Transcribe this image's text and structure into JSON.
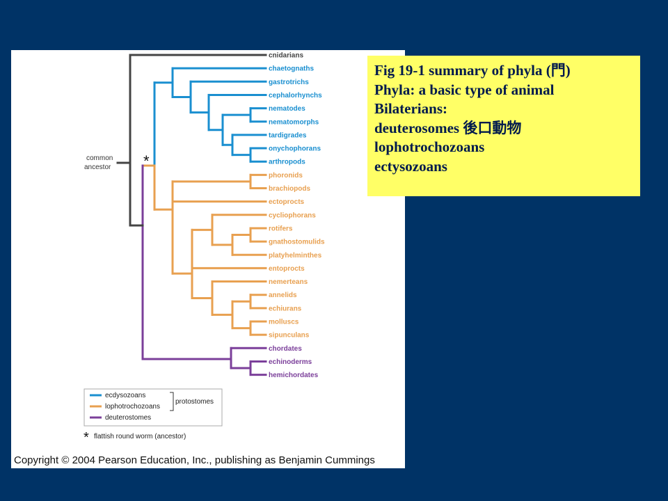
{
  "colors": {
    "background": "#003366",
    "ecdysozoans": "#1a8fd0",
    "lophotrochozoans": "#e8a050",
    "deuterostomes": "#7b3f9a",
    "root": "#444444",
    "note_bg": "#ffff66",
    "note_text": "#001a4d"
  },
  "tree": {
    "root_label_line1": "common",
    "root_label_line2": "ancestor",
    "star": "*",
    "taxa": [
      {
        "name": "cnidarians",
        "group": "root"
      },
      {
        "name": "chaetognaths",
        "group": "ecdysozoans"
      },
      {
        "name": "gastrotrichs",
        "group": "ecdysozoans"
      },
      {
        "name": "cephalorhynchs",
        "group": "ecdysozoans"
      },
      {
        "name": "nematodes",
        "group": "ecdysozoans"
      },
      {
        "name": "nematomorphs",
        "group": "ecdysozoans"
      },
      {
        "name": "tardigrades",
        "group": "ecdysozoans"
      },
      {
        "name": "onychophorans",
        "group": "ecdysozoans"
      },
      {
        "name": "arthropods",
        "group": "ecdysozoans"
      },
      {
        "name": "phoronids",
        "group": "lophotrochozoans"
      },
      {
        "name": "brachiopods",
        "group": "lophotrochozoans"
      },
      {
        "name": "ectoprocts",
        "group": "lophotrochozoans"
      },
      {
        "name": "cycliophorans",
        "group": "lophotrochozoans"
      },
      {
        "name": "rotifers",
        "group": "lophotrochozoans"
      },
      {
        "name": "gnathostomulids",
        "group": "lophotrochozoans"
      },
      {
        "name": "platyhelminthes",
        "group": "lophotrochozoans"
      },
      {
        "name": "entoprocts",
        "group": "lophotrochozoans"
      },
      {
        "name": "nemerteans",
        "group": "lophotrochozoans"
      },
      {
        "name": "annelids",
        "group": "lophotrochozoans"
      },
      {
        "name": "echiurans",
        "group": "lophotrochozoans"
      },
      {
        "name": "molluscs",
        "group": "lophotrochozoans"
      },
      {
        "name": "sipunculans",
        "group": "lophotrochozoans"
      },
      {
        "name": "chordates",
        "group": "deuterostomes"
      },
      {
        "name": "echinoderms",
        "group": "deuterostomes"
      },
      {
        "name": "hemichordates",
        "group": "deuterostomes"
      }
    ]
  },
  "legend": {
    "items": [
      {
        "label": "ecdysozoans",
        "group": "ecdysozoans"
      },
      {
        "label": "lophotrochozoans",
        "group": "lophotrochozoans"
      },
      {
        "label": "deuterostomes",
        "group": "deuterostomes"
      }
    ],
    "bracket_label": "protostomes",
    "star": "*",
    "star_note": "flattish round worm (ancestor)"
  },
  "copyright": "Copyright © 2004 Pearson Education, Inc., publishing as Benjamin Cummings",
  "note": {
    "lines": [
      "Fig 19-1 summary of phyla (門)",
      "Phyla: a basic type of animal",
      "Bilaterians:",
      "deuterosomes 後口動物",
      "lophotrochozoans",
      "ectysozoans"
    ]
  }
}
